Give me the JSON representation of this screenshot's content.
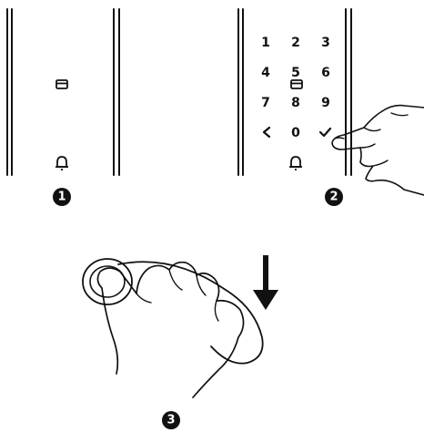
{
  "steps": [
    {
      "label": "1",
      "description_visible": ""
    },
    {
      "label": "2",
      "description_visible": ""
    },
    {
      "label": "3",
      "description_visible": ""
    }
  ],
  "keypad": {
    "rows": [
      [
        "1",
        "2",
        "3"
      ],
      [
        "4",
        "5",
        "6"
      ],
      [
        "7",
        "8",
        "9"
      ]
    ],
    "bottom": {
      "back_icon": "chevron-left-icon",
      "zero": "0",
      "confirm_icon": "checkmark-icon"
    }
  },
  "icons": {
    "card": "card-icon",
    "bell": "bell-icon",
    "arrow": "arrow-down-icon",
    "hand_touch": "hand-touch-icon",
    "hand_grip": "hand-grip-icon"
  },
  "colors": {
    "ink": "#111111",
    "background": "#ffffff"
  }
}
